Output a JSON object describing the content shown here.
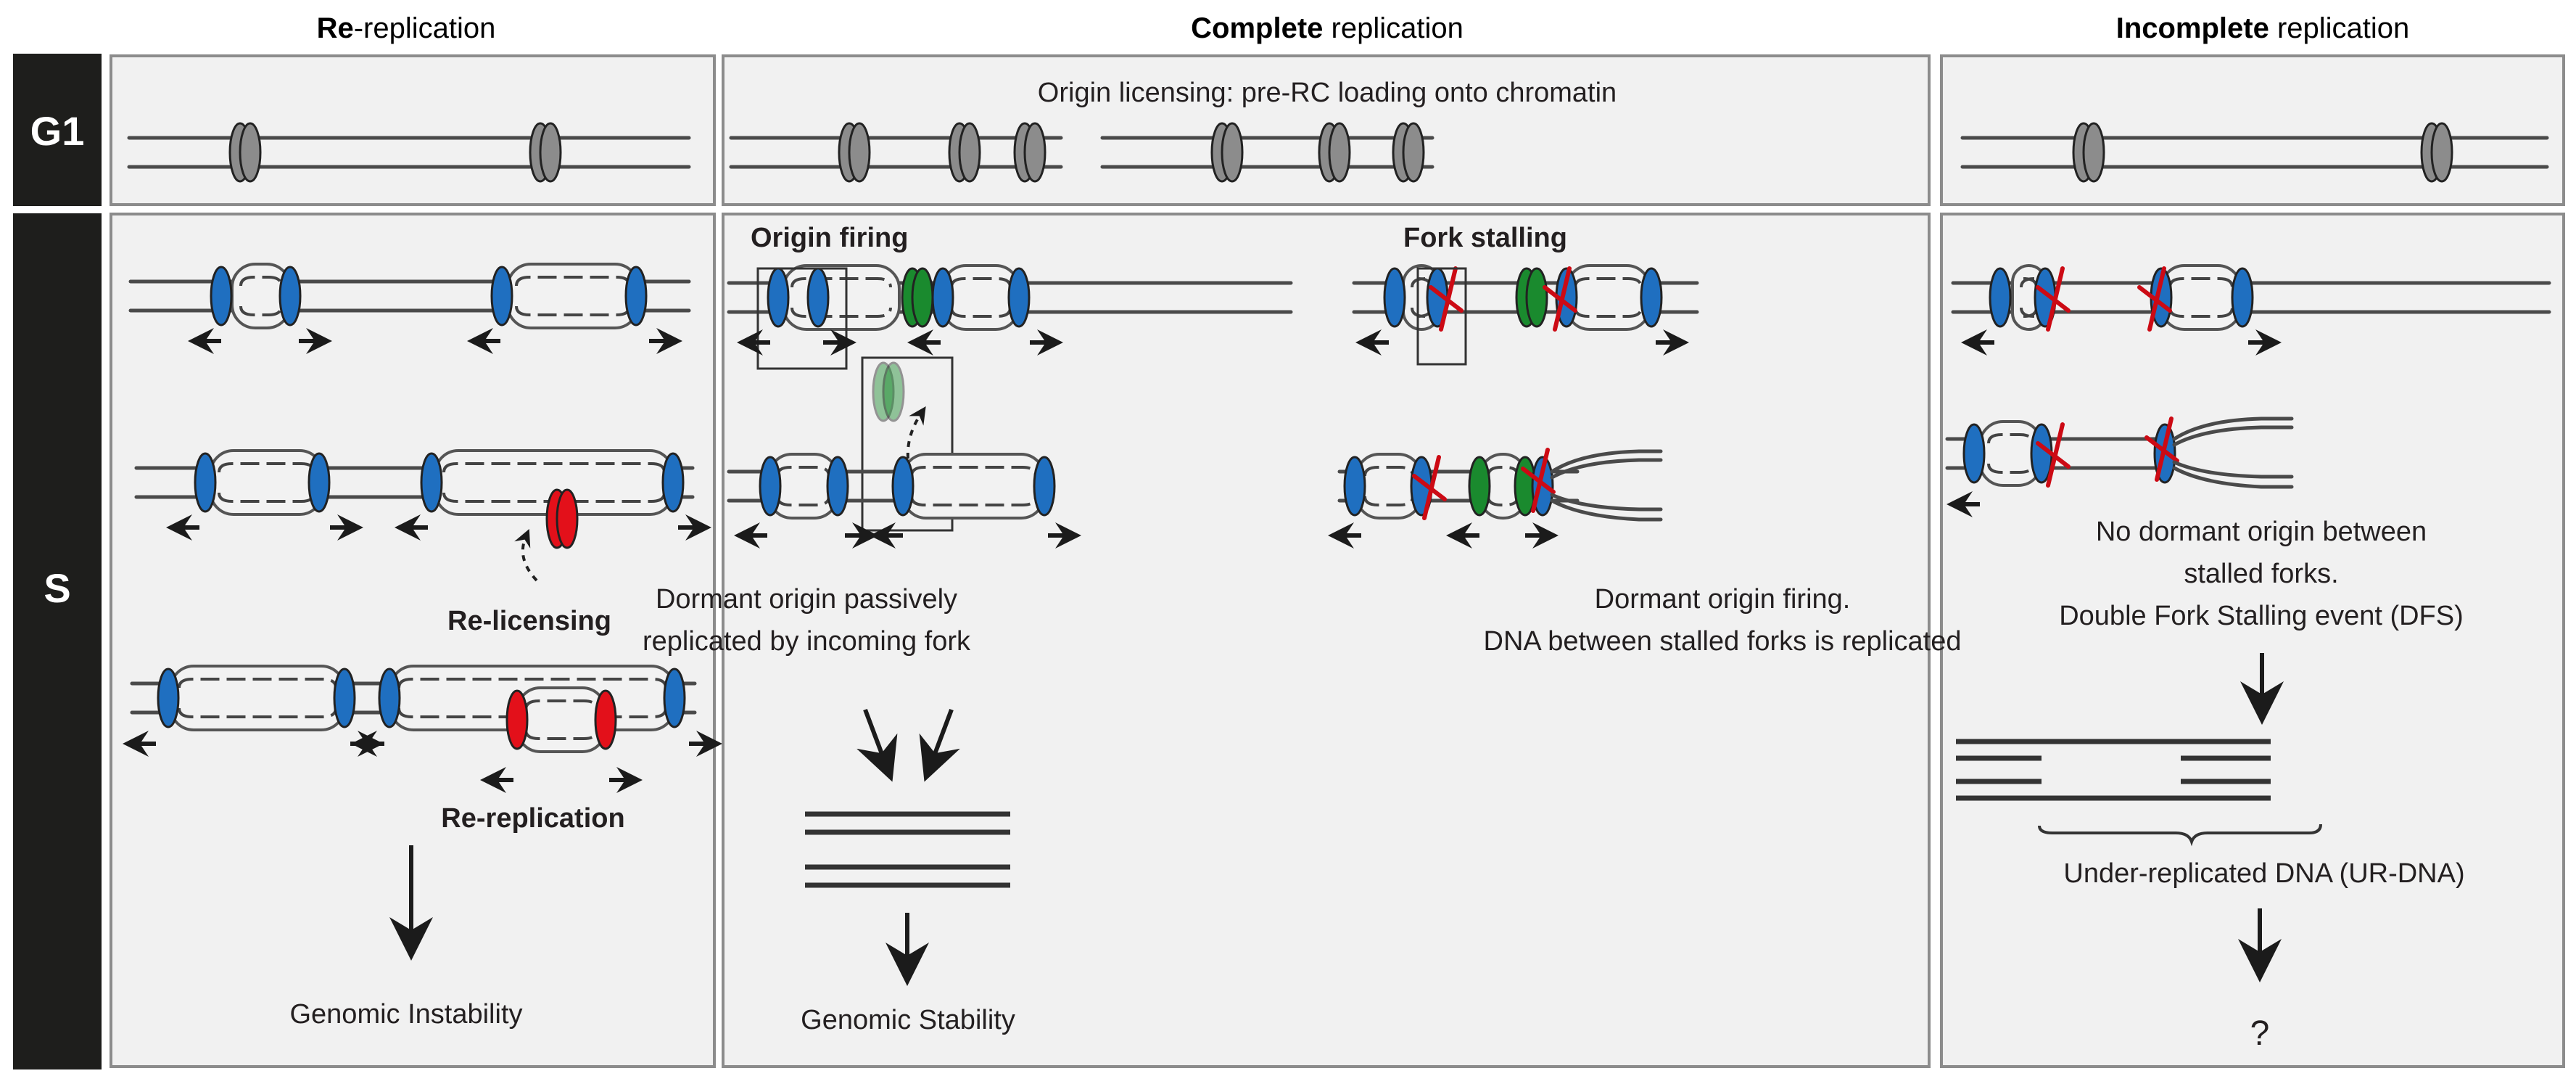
{
  "columns": {
    "rereplication": {
      "title_bold": "Re",
      "title_rest": "-replication"
    },
    "complete": {
      "title_bold": "Complete",
      "title_rest": " replication"
    },
    "incomplete": {
      "title_bold": "Incomplete",
      "title_rest": " replication"
    }
  },
  "phases": {
    "g1": "G1",
    "s": "S"
  },
  "g1": {
    "complete_caption": "Origin licensing: pre-RC loading onto chromatin"
  },
  "left": {
    "relicensing_label": "Re-licensing",
    "rereplication_label": "Re-replication",
    "outcome": "Genomic Instability"
  },
  "middle": {
    "origin_firing_label": "Origin firing",
    "fork_stalling_label": "Fork stalling",
    "left_caption_line1": "Dormant origin passively",
    "left_caption_line2": "replicated by incoming fork",
    "right_caption_line1": "Dormant origin firing.",
    "right_caption_line2": "DNA between stalled forks is replicated",
    "outcome": "Genomic Stability"
  },
  "right": {
    "caption_line1": "No dormant origin between",
    "caption_line2": "stalled forks.",
    "caption_line3": "Double Fork Stalling event (DFS)",
    "urdna_label": "Under-replicated DNA (UR-DNA)",
    "outcome": "?"
  },
  "legend_colors": {
    "pre_rc_licensed": "#8c8c8c",
    "active_replisome": "#1f6fc0",
    "dormant_origin": "#1a8a2e",
    "rereplication_origin": "#e3101a",
    "stall_mark": "#cc0a14",
    "phase_bar": "#1e1e1c"
  }
}
